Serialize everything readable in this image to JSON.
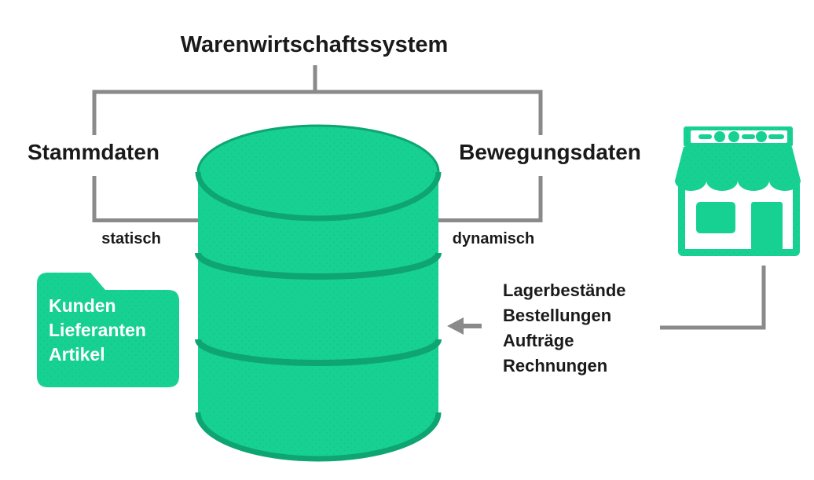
{
  "title": "Warenwirtschaftssystem",
  "branches": {
    "left": {
      "label": "Stammdaten",
      "sublabel": "statisch"
    },
    "right": {
      "label": "Bewegungsdaten",
      "sublabel": "dynamisch"
    }
  },
  "master_data_folder": {
    "items": [
      "Kunden",
      "Lieferanten",
      "Artikel"
    ]
  },
  "movement_data_list": {
    "items": [
      "Lagerbestände",
      "Bestellungen",
      "Aufträge",
      "Rechnungen"
    ]
  },
  "icons": {
    "database": "database-cylinder-icon",
    "folder": "folder-icon",
    "store": "storefront-icon",
    "arrow": "arrow-left-icon"
  },
  "colors": {
    "green": "#17d192",
    "green_dark": "#0ea573",
    "line_gray": "#8a8a8a",
    "text": "#1a1a1a",
    "folder_text": "#ffffff",
    "background": "#ffffff"
  }
}
